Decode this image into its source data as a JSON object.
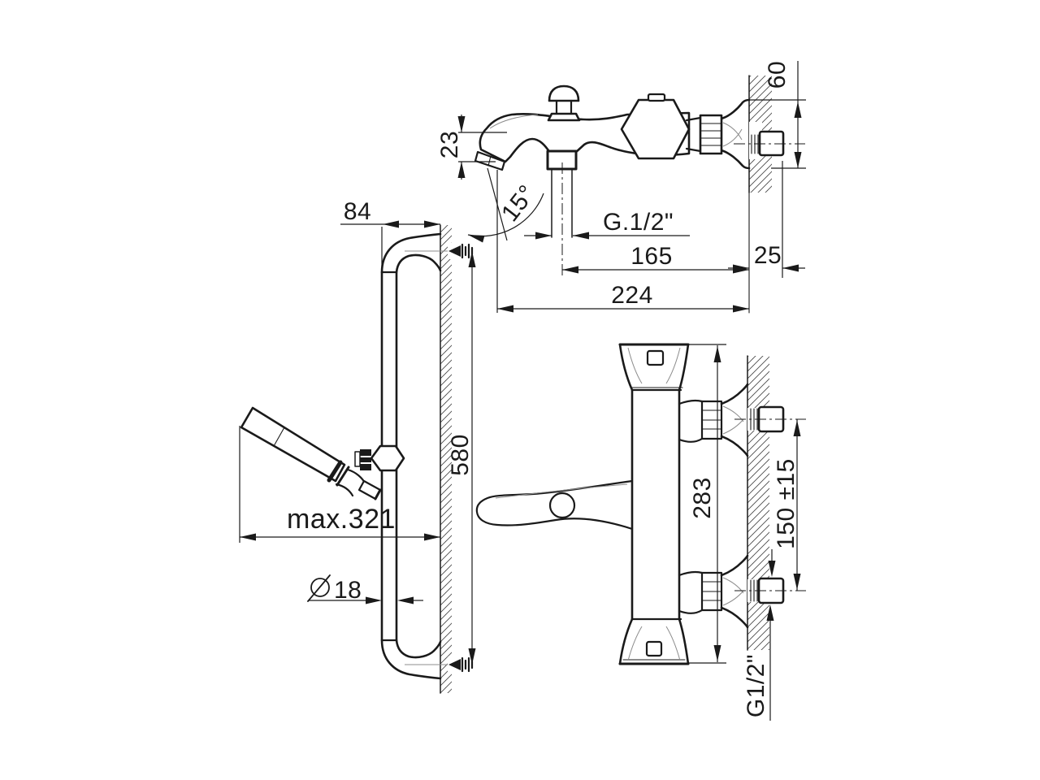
{
  "colors": {
    "ink": "#1a1a1a",
    "thin_line": "#8c8c8c",
    "paper": "#ffffff"
  },
  "views": {
    "mixer_top": {
      "labels": {
        "flange_height": "60",
        "spout_tip_height": "23",
        "spout_angle": "15°",
        "hand_shower_thread": "G.1/2\"",
        "outlet_to_wall": "165",
        "eccentric_projection": "25",
        "overall_projection": "224"
      }
    },
    "shower_rail": {
      "labels": {
        "bracket_projection": "84",
        "rail_length": "580",
        "handset_max_reach": "max.321",
        "rail_diameter": "18",
        "diameter_symbol": "⌀"
      }
    },
    "thermostat": {
      "labels": {
        "body_height": "283",
        "connection_centers": "150 ±15",
        "wall_thread": "G1/2\""
      }
    }
  }
}
